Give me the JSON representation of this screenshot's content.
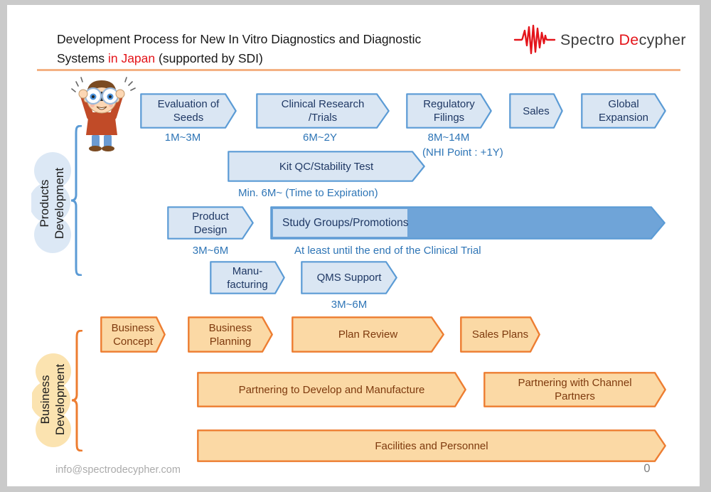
{
  "header": {
    "title_line1": "Development Process for New In Vitro Diagnostics and Diagnostic",
    "title_line2_prefix": "Systems ",
    "title_line2_highlight": "in Japan",
    "title_line2_suffix": " (supported by SDI)"
  },
  "logo": {
    "brand_prefix": "Spectro ",
    "brand_red": "De",
    "brand_suffix": "cypher",
    "icon": "waveform-icon"
  },
  "sections": {
    "products": {
      "label": "Products\nDevelopment",
      "phases": [
        {
          "label": "Evaluation of\nSeeds",
          "duration": "1M~3M"
        },
        {
          "label": "Clinical Research\n/Trials",
          "duration": "6M~2Y"
        },
        {
          "label": "Regulatory\nFilings",
          "duration": "8M~14M",
          "note": "(NHI Point : +1Y)"
        },
        {
          "label": "Sales"
        },
        {
          "label": "Global\nExpansion"
        }
      ],
      "kit_qc": {
        "label": "Kit QC/Stability Test",
        "duration": "Min. 6M~  (Time to Expiration)"
      },
      "product_design": {
        "label": "Product\nDesign",
        "duration": "3M~6M"
      },
      "study_groups": {
        "label": "Study Groups/Promotions",
        "duration": "At least until the end of the Clinical Trial"
      },
      "manufacturing": {
        "label": "Manu-\nfacturing"
      },
      "qms_support": {
        "label": "QMS Support",
        "duration": "3M~6M"
      }
    },
    "business": {
      "label": "Business\nDevelopment",
      "phases": [
        {
          "label": "Business\nConcept"
        },
        {
          "label": "Business\nPlanning"
        },
        {
          "label": "Plan Review"
        },
        {
          "label": "Sales Plans"
        }
      ],
      "partnering": [
        {
          "label": "Partnering to Develop and Manufacture"
        },
        {
          "label": "Partnering with Channel\nPartners"
        }
      ],
      "facilities": {
        "label": "Facilities and Personnel"
      }
    }
  },
  "footer": {
    "email": "info@spectrodecypher.com",
    "page_number": "0"
  },
  "colors": {
    "accent_red": "#e4151b",
    "rule_orange": "#f4b183",
    "product_fill": "#dae6f3",
    "product_stroke": "#5b9bd5",
    "product_text": "#1f3864",
    "duration_text": "#2e75b6",
    "study_bar_fill": "#6fa4d8",
    "study_inset_fill": "#cfe0f2",
    "product_cloud": "#dce8f5",
    "business_fill": "#fbd9a5",
    "business_stroke": "#ed7d31",
    "business_text": "#7e3a0e",
    "business_cloud": "#fbe3b0"
  }
}
